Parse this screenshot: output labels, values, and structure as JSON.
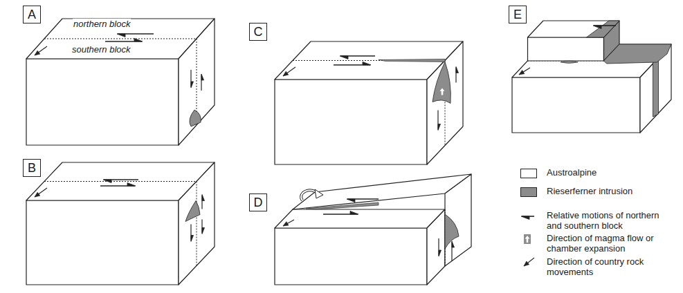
{
  "diagram": {
    "nodes": [
      {
        "text": [
          "A"
        ]
      },
      {
        "text": [
          "B"
        ]
      },
      {
        "text": [
          "C"
        ]
      },
      {
        "text": [
          "D"
        ]
      },
      {
        "text": [
          "E"
        ]
      }
    ],
    "labels": [
      "northern block",
      "southern block"
    ],
    "legend": [
      {
        "text": "Austroalpine",
        "color": "#ffffff"
      },
      {
        "text": "Rieserferner intrusion",
        "color": "#8c8c8c"
      },
      {
        "text": "Relative motions of northern and southern block"
      },
      {
        "text": "Direction of magma flow or chamber expansion"
      },
      {
        "text": "Direction of country rock movements"
      }
    ]
  }
}
